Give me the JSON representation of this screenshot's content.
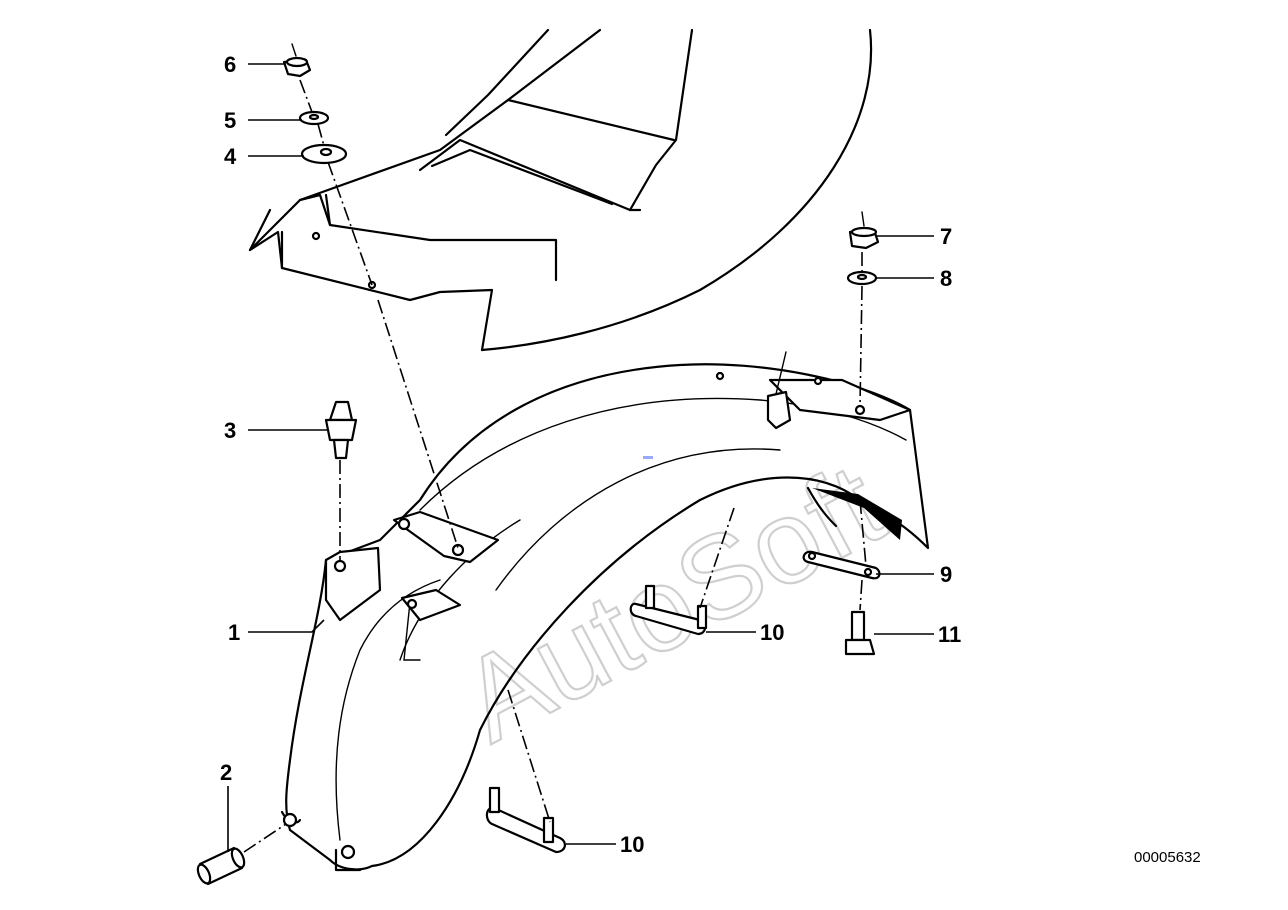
{
  "diagram": {
    "callouts": [
      {
        "id": "c6",
        "label": "6"
      },
      {
        "id": "c5",
        "label": "5"
      },
      {
        "id": "c4",
        "label": "4"
      },
      {
        "id": "c7",
        "label": "7"
      },
      {
        "id": "c8",
        "label": "8"
      },
      {
        "id": "c3",
        "label": "3"
      },
      {
        "id": "c9",
        "label": "9"
      },
      {
        "id": "c1",
        "label": "1"
      },
      {
        "id": "c10a",
        "label": "10"
      },
      {
        "id": "c11",
        "label": "11"
      },
      {
        "id": "c2",
        "label": "2"
      },
      {
        "id": "c10b",
        "label": "10"
      }
    ],
    "watermark": "AutoSoft",
    "document_number": "00005632"
  }
}
